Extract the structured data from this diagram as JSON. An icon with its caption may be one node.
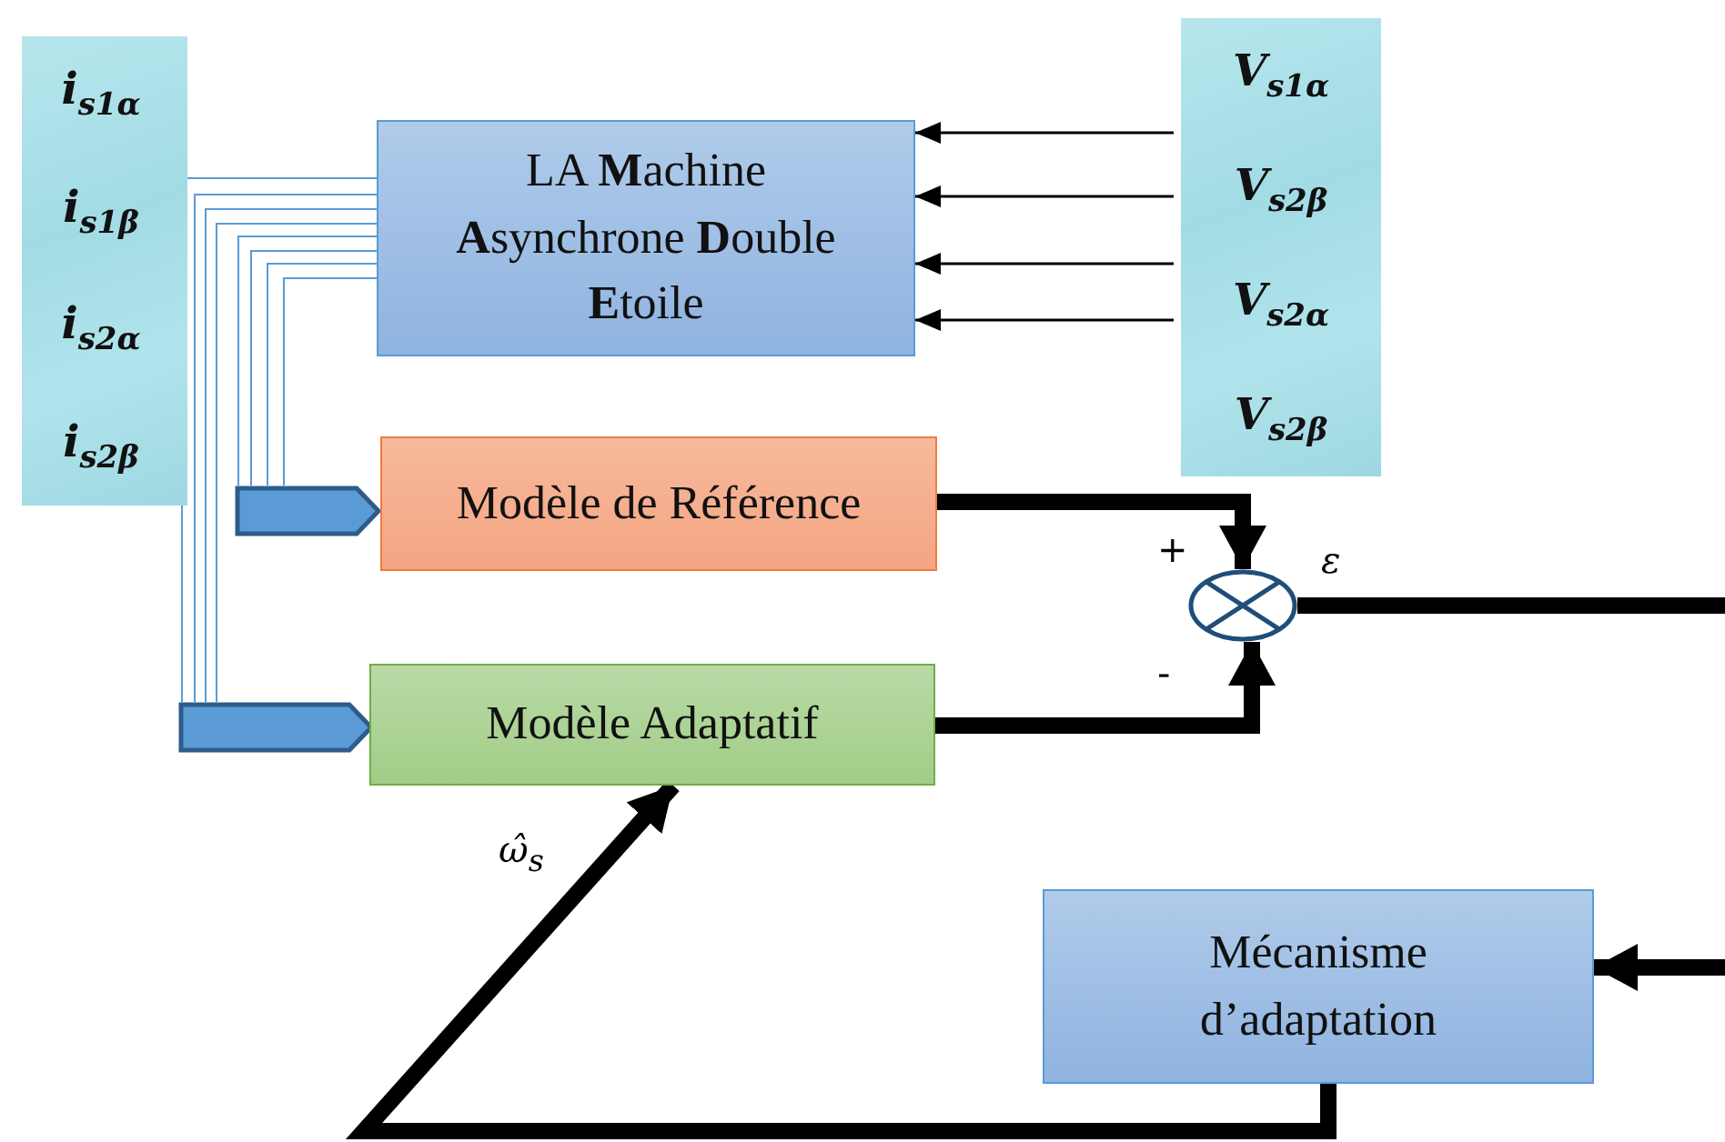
{
  "diagram": {
    "nodes": [
      {
        "text": [
          "i$_{s1α}$",
          "i$_{s1β}$",
          "i$_{s2α}$",
          "i$_{s2β}$"
        ]
      },
      {
        "text": [
          "LA **M**achine **A**synchrone **D**ouble **E**toile"
        ]
      },
      {
        "text": [
          "V$_{s1α}$",
          "V$_{s2β}$",
          "V$_{s2α}$",
          "V$_{s2β}$"
        ]
      },
      {
        "text": [],
        "shape": "arrow"
      },
      {
        "text": [
          "Modèle de Référence"
        ]
      },
      {
        "text": [],
        "shape": "arrow"
      },
      {
        "text": [
          "Modèle Adaptatif"
        ]
      },
      {
        "text": [],
        "shape": "circle",
        "beside": [
          "+",
          "-",
          "ε"
        ]
      },
      {
        "text": [
          "Mécanisme d’adaptation"
        ]
      }
    ],
    "edges": [
      {
        "from": 2,
        "to": 1,
        "arrow": "to"
      },
      {
        "from": 2,
        "to": 1,
        "arrow": "to"
      },
      {
        "from": 2,
        "to": 1,
        "arrow": "to"
      },
      {
        "from": 2,
        "to": 1,
        "arrow": "to"
      },
      {
        "from": 1,
        "to": 5,
        "arrow": "none",
        "color": "#5b9bd5"
      },
      {
        "from": 1,
        "to": 5,
        "arrow": "none",
        "color": "#5b9bd5"
      },
      {
        "from": 1,
        "to": 5,
        "arrow": "none",
        "color": "#5b9bd5"
      },
      {
        "from": 1,
        "to": 5,
        "arrow": "none",
        "color": "#5b9bd5"
      },
      {
        "from": 1,
        "to": 3,
        "arrow": "none",
        "color": "#5b9bd5"
      },
      {
        "from": 1,
        "to": 3,
        "arrow": "none",
        "color": "#5b9bd5"
      },
      {
        "from": 1,
        "to": 3,
        "arrow": "none",
        "color": "#5b9bd5"
      },
      {
        "from": 1,
        "to": 3,
        "arrow": "none",
        "color": "#5b9bd5"
      },
      {
        "from": 4,
        "to": 7,
        "arrow": "to",
        "style": "thick"
      },
      {
        "from": 6,
        "to": 7,
        "arrow": "to",
        "style": "thick"
      },
      {
        "from": 7,
        "to": null,
        "arrow": "none",
        "style": "thick"
      },
      {
        "from": null,
        "to": 8,
        "arrow": "to",
        "style": "thick"
      },
      {
        "from": 8,
        "to": 6,
        "arrow": "to",
        "style": "thick",
        "label": "ω̂$_{s}$"
      }
    ]
  }
}
